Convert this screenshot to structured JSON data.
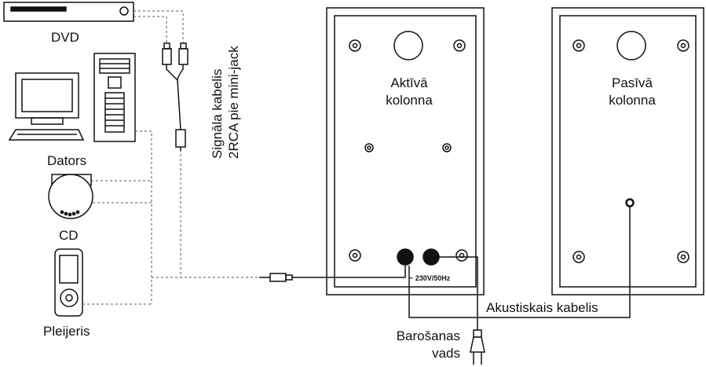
{
  "labels": {
    "dvd": "DVD",
    "dators": "Dators",
    "cd": "CD",
    "pleijeris": "Pleijeris",
    "cable_line1": "Signāla kabelis",
    "cable_line2": "2RCA pie mini-jack",
    "active_line1": "Aktīvā",
    "active_line2": "kolonna",
    "passive_line1": "Pasīvā",
    "passive_line2": "kolonna",
    "power_rating": "~ 230V/50Hz",
    "acoustic_cable": "Akustiskais kabelis",
    "power_line1": "Barošanas",
    "power_line2": "vads"
  },
  "colors": {
    "line": "#111111",
    "dash": "#555555"
  }
}
